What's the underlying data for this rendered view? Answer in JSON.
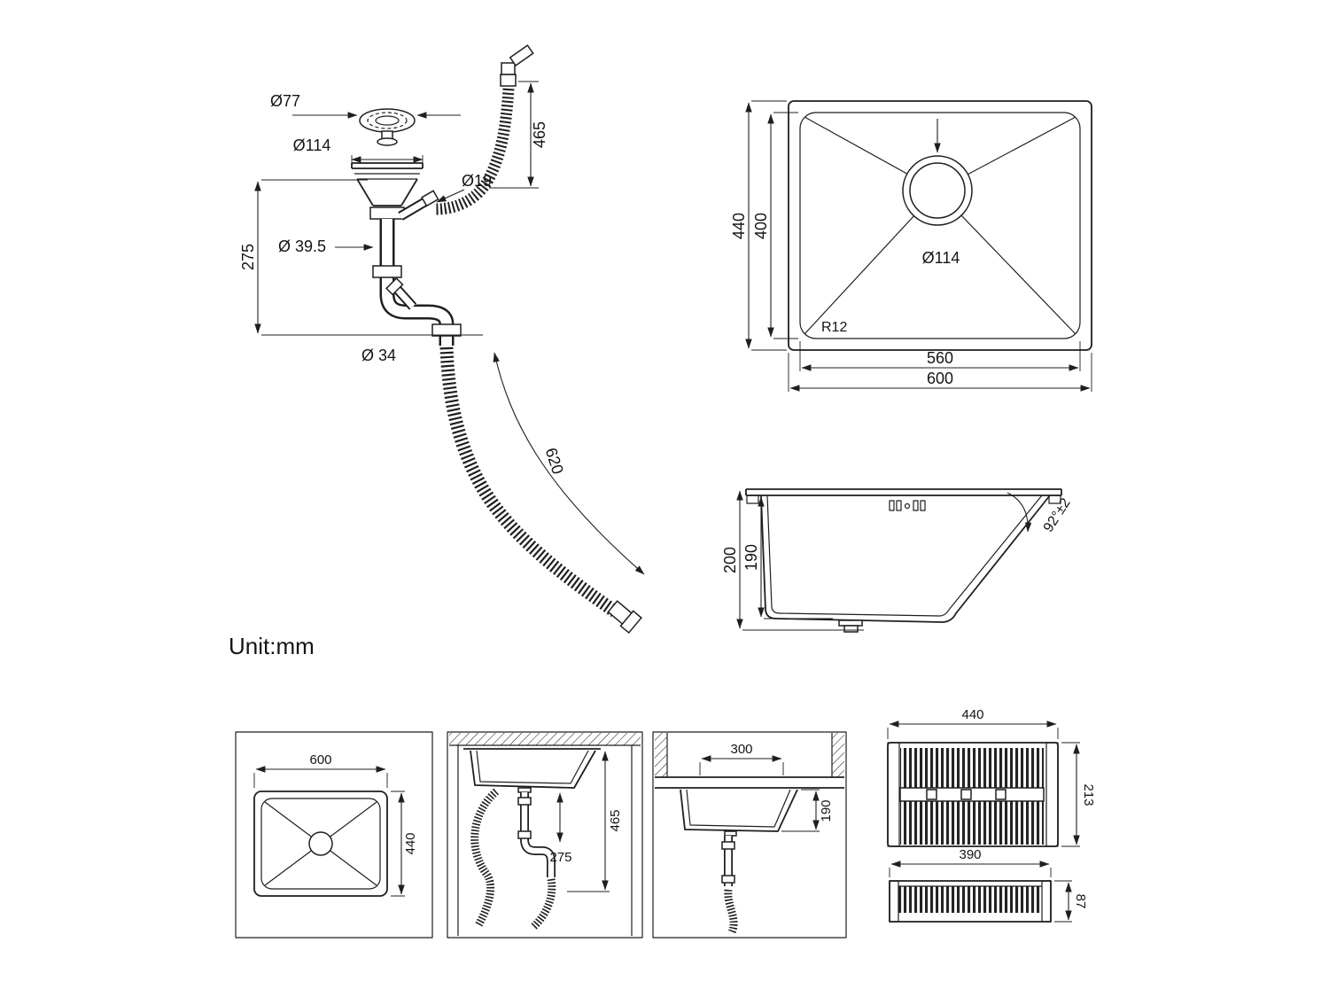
{
  "unit_label": "Unit:mm",
  "views": {
    "drain_assembly": {
      "dims": {
        "strainer_diameter": "Ø77",
        "flange_diameter": "Ø114",
        "overflow_connector_diameter": "Ø19",
        "pipe_diameter": "Ø 39.5",
        "outlet_diameter": "Ø 34",
        "trap_height": "275",
        "overflow_hose_length": "465",
        "drain_hose_length": "620"
      }
    },
    "sink_top": {
      "dims": {
        "outer_width": "600",
        "inner_width": "560",
        "outer_depth": "440",
        "inner_depth": "400",
        "drain_diameter": "Ø114",
        "corner_radius": "R12"
      }
    },
    "sink_side": {
      "dims": {
        "outer_height": "200",
        "inner_height": "190",
        "wall_angle": "92°±2"
      }
    },
    "panel_top": {
      "dims": {
        "width": "600",
        "depth": "440"
      }
    },
    "panel_cabinet": {
      "dims": {
        "height_total": "465",
        "height_trap": "275"
      }
    },
    "panel_counter": {
      "dims": {
        "width": "300",
        "depth": "190"
      }
    },
    "panel_rack": {
      "dims": {
        "top_width": "440",
        "top_depth": "213",
        "side_width": "390",
        "side_height": "87"
      }
    }
  }
}
